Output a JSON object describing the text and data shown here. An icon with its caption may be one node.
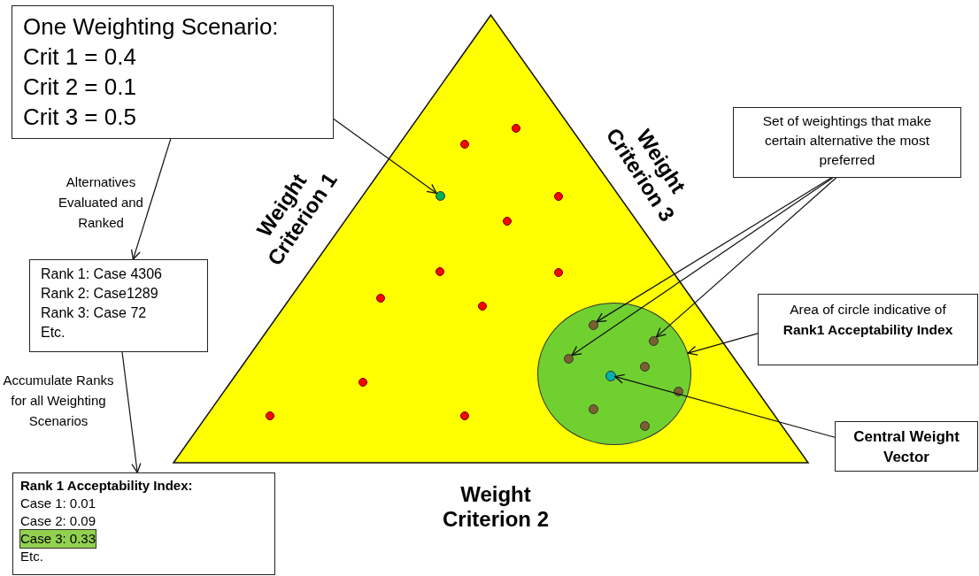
{
  "diagram": {
    "nodes": [
      {
        "text": [
          "One Weighting Scenario:",
          "Crit 1 = 0.4",
          "Crit 2 = 0.1",
          "Crit 3 = 0.5"
        ]
      },
      {
        "text": [
          "Rank 1: Case 4306",
          "Rank 2: Case1289",
          "Rank 3: Case 72",
          "Etc."
        ]
      },
      {
        "text": [
          "Rank 1 Acceptability Index:",
          "Case 1: 0.01",
          "Case 2: 0.09",
          "Case 3: 0.33",
          "Etc."
        ]
      },
      {
        "text": [],
        "shape": "triangle"
      },
      {
        "text": [],
        "shape": "circle",
        "in": 3
      },
      {
        "text": [],
        "shape": "circle",
        "in": 3
      },
      {
        "text": [],
        "shape": "circle",
        "in": 5
      },
      {
        "text": [],
        "shape": "circle",
        "in": 5
      },
      {
        "text": [],
        "shape": "circle",
        "in": 5
      },
      {
        "text": [],
        "shape": "circle",
        "in": 5
      },
      {
        "text": [
          "Set of weightings that make certain alternative the most preferred"
        ]
      },
      {
        "text": [
          "Area of circle indicative of **Rank1 Acceptability Index**"
        ]
      },
      {
        "text": [
          "Central Weight Vector"
        ]
      }
    ],
    "edges": [
      {
        "from": 0,
        "to": 1,
        "arrow": "to",
        "label": "Alternatives Evaluated and Ranked"
      },
      {
        "from": 1,
        "to": 2,
        "arrow": "to",
        "label": "Accumulate Ranks for all Weighting Scenarios"
      },
      {
        "from": 0,
        "to": 4,
        "arrow": "to"
      },
      {
        "from": 10,
        "to": 6,
        "arrow": "to"
      },
      {
        "from": 10,
        "to": 7,
        "arrow": "to"
      },
      {
        "from": 10,
        "to": 8,
        "arrow": "to"
      },
      {
        "from": 11,
        "to": 5,
        "arrow": "to"
      },
      {
        "from": 12,
        "to": 9,
        "arrow": "to"
      }
    ],
    "labels": [
      "Weight Criterion 1",
      "Weight Criterion 3",
      "Weight Criterion 2"
    ]
  }
}
